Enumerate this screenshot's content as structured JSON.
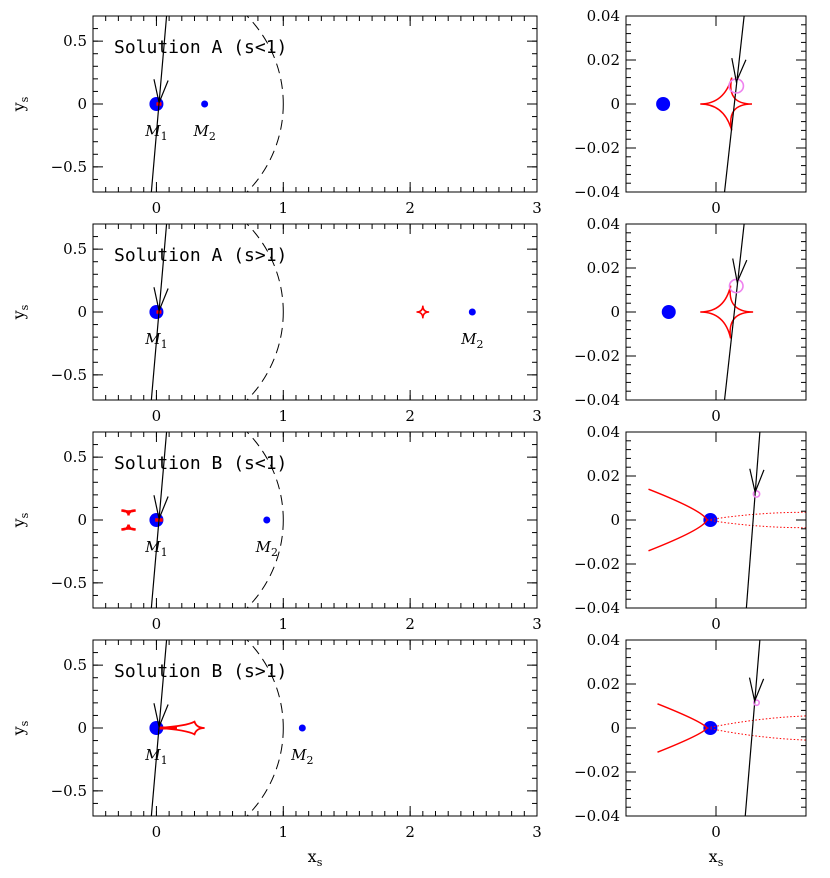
{
  "chart_data": [
    {
      "type": "line",
      "panel": "main",
      "title": "Solution A (s<1)",
      "xlabel": "x_s",
      "ylabel": "y_s",
      "xlim": [
        -0.5,
        3
      ],
      "ylim": [
        -0.7,
        0.7
      ],
      "xticks": [
        0,
        1,
        2,
        3
      ],
      "yticks": [
        -0.5,
        0,
        0.5
      ],
      "xtick_labels": [
        "0",
        "1",
        "2",
        "3"
      ],
      "ytick_labels": [
        "−0.5",
        "0",
        "0.5"
      ],
      "masses": [
        {
          "label": "M_1",
          "x": 0,
          "y": 0,
          "size": "large"
        },
        {
          "label": "M_2",
          "x": 0.38,
          "y": 0,
          "size": "small"
        }
      ],
      "source_trajectory": [
        [
          -0.04,
          -0.7
        ],
        [
          0.08,
          0.7
        ]
      ],
      "einstein_ring": {
        "center": [
          0,
          0
        ],
        "radius": 1.0
      },
      "caustics": [
        {
          "type": "central",
          "center": [
            0.02,
            0
          ],
          "halfwidth": 0.02
        }
      ]
    },
    {
      "type": "line",
      "panel": "zoom",
      "xlabel": "",
      "ylabel": "",
      "xlim": [
        -0.04,
        0.04
      ],
      "ylim": [
        -0.04,
        0.04
      ],
      "xticks": [
        0
      ],
      "yticks": [
        -0.04,
        -0.02,
        0,
        0.02,
        0.04
      ],
      "xtick_labels": [
        "0"
      ],
      "ytick_labels": [
        "−0.04",
        "−0.02",
        "0",
        "0.02",
        "0.04"
      ],
      "mass_dot": {
        "x": -0.0235,
        "y": 0
      },
      "caustic": {
        "type": "astroid",
        "left": [
          -0.007,
          0
        ],
        "right": [
          0.016,
          0
        ],
        "top": [
          0.007,
          0.012
        ],
        "bottom": [
          0.007,
          -0.012
        ]
      },
      "source_trajectory": [
        [
          0.0038,
          -0.04
        ],
        [
          0.0125,
          0.04
        ]
      ],
      "source_position": {
        "x": 0.009,
        "y": 0.0082,
        "radius": 0.0032
      }
    },
    {
      "type": "line",
      "panel": "main",
      "title": "Solution A (s>1)",
      "xlabel": "x_s",
      "ylabel": "y_s",
      "xlim": [
        -0.5,
        3
      ],
      "ylim": [
        -0.7,
        0.7
      ],
      "xticks": [
        0,
        1,
        2,
        3
      ],
      "yticks": [
        -0.5,
        0,
        0.5
      ],
      "xtick_labels": [
        "0",
        "1",
        "2",
        "3"
      ],
      "ytick_labels": [
        "−0.5",
        "0",
        "0.5"
      ],
      "masses": [
        {
          "label": "M_1",
          "x": 0,
          "y": 0,
          "size": "large"
        },
        {
          "label": "M_2",
          "x": 2.49,
          "y": 0,
          "size": "small"
        }
      ],
      "source_trajectory": [
        [
          -0.04,
          -0.7
        ],
        [
          0.08,
          0.7
        ]
      ],
      "einstein_ring": {
        "center": [
          0,
          0
        ],
        "radius": 1.0
      },
      "caustics": [
        {
          "type": "central",
          "center": [
            0.02,
            0
          ],
          "halfwidth": 0.02
        },
        {
          "type": "planetary",
          "center": [
            2.1,
            0
          ],
          "halfwidth": 0.05
        }
      ]
    },
    {
      "type": "line",
      "panel": "zoom",
      "xlabel": "",
      "ylabel": "",
      "xlim": [
        -0.04,
        0.04
      ],
      "ylim": [
        -0.04,
        0.04
      ],
      "xticks": [
        0
      ],
      "yticks": [
        -0.04,
        -0.02,
        0,
        0.02,
        0.04
      ],
      "xtick_labels": [
        "0"
      ],
      "ytick_labels": [
        "−0.04",
        "−0.02",
        "0",
        "0.02",
        "0.04"
      ],
      "mass_dot": {
        "x": -0.021,
        "y": 0
      },
      "caustic": {
        "type": "astroid",
        "left": [
          -0.007,
          0
        ],
        "right": [
          0.0165,
          0
        ],
        "top": [
          0.0065,
          0.012
        ],
        "bottom": [
          0.0065,
          -0.012
        ]
      },
      "source_trajectory": [
        [
          0.0038,
          -0.04
        ],
        [
          0.0125,
          0.04
        ]
      ],
      "source_position": {
        "x": 0.009,
        "y": 0.0118,
        "radius": 0.003
      }
    },
    {
      "type": "line",
      "panel": "main",
      "title": "Solution B (s<1)",
      "xlabel": "x_s",
      "ylabel": "y_s",
      "xlim": [
        -0.5,
        3
      ],
      "ylim": [
        -0.7,
        0.7
      ],
      "xticks": [
        0,
        1,
        2,
        3
      ],
      "yticks": [
        -0.5,
        0,
        0.5
      ],
      "xtick_labels": [
        "0",
        "1",
        "2",
        "3"
      ],
      "ytick_labels": [
        "−0.5",
        "0",
        "0.5"
      ],
      "masses": [
        {
          "label": "M_1",
          "x": 0,
          "y": 0,
          "size": "large"
        },
        {
          "label": "M_2",
          "x": 0.87,
          "y": 0,
          "size": "small"
        }
      ],
      "source_trajectory": [
        [
          -0.04,
          -0.7
        ],
        [
          0.08,
          0.7
        ]
      ],
      "einstein_ring": {
        "center": [
          0,
          0
        ],
        "radius": 1.0
      },
      "caustics": [
        {
          "type": "central",
          "center": [
            0.02,
            0
          ],
          "halfwidth": 0.03
        },
        {
          "type": "triangular",
          "center": [
            -0.22,
            0.06
          ]
        },
        {
          "type": "triangular",
          "center": [
            -0.22,
            -0.06
          ]
        }
      ]
    },
    {
      "type": "line",
      "panel": "zoom",
      "xlabel": "",
      "ylabel": "",
      "xlim": [
        -0.04,
        0.04
      ],
      "ylim": [
        -0.04,
        0.04
      ],
      "xticks": [
        0
      ],
      "yticks": [
        -0.04,
        -0.02,
        0,
        0.02,
        0.04
      ],
      "xtick_labels": [
        "0"
      ],
      "ytick_labels": [
        "−0.04",
        "−0.02",
        "0",
        "0.02",
        "0.04"
      ],
      "mass_dot": {
        "x": -0.0025,
        "y": 0
      },
      "caustic": {
        "type": "open-cusp",
        "cusp": [
          -0.004,
          0
        ],
        "solid_to": [
          [
            -0.03,
            0.014
          ],
          [
            -0.03,
            -0.014
          ]
        ],
        "dotted_to": [
          [
            0.04,
            0.0035
          ],
          [
            0.04,
            -0.0035
          ]
        ]
      },
      "source_trajectory": [
        [
          0.0135,
          -0.04
        ],
        [
          0.0195,
          0.04
        ]
      ],
      "source_position": {
        "x": 0.018,
        "y": 0.0118,
        "radius": 0.0014
      }
    },
    {
      "type": "line",
      "panel": "main",
      "title": "Solution B (s>1)",
      "xlabel": "x_s",
      "ylabel": "y_s",
      "xlim": [
        -0.5,
        3
      ],
      "ylim": [
        -0.7,
        0.7
      ],
      "xticks": [
        0,
        1,
        2,
        3
      ],
      "yticks": [
        -0.5,
        0,
        0.5
      ],
      "xtick_labels": [
        "0",
        "1",
        "2",
        "3"
      ],
      "ytick_labels": [
        "−0.5",
        "0",
        "0.5"
      ],
      "masses": [
        {
          "label": "M_1",
          "x": 0,
          "y": 0,
          "size": "large"
        },
        {
          "label": "M_2",
          "x": 1.15,
          "y": 0,
          "size": "small"
        }
      ],
      "source_trajectory": [
        [
          -0.04,
          -0.7
        ],
        [
          0.08,
          0.7
        ]
      ],
      "einstein_ring": {
        "center": [
          0,
          0
        ],
        "radius": 1.0
      },
      "caustics": [
        {
          "type": "elongated",
          "x_from": 0.02,
          "x_to": 0.38,
          "halfheight": 0.05
        }
      ]
    },
    {
      "type": "line",
      "panel": "zoom",
      "xlabel": "x_s",
      "ylabel": "",
      "xlim": [
        -0.04,
        0.04
      ],
      "ylim": [
        -0.04,
        0.04
      ],
      "xticks": [
        0
      ],
      "yticks": [
        -0.04,
        -0.02,
        0,
        0.02,
        0.04
      ],
      "xtick_labels": [
        "0"
      ],
      "ytick_labels": [
        "−0.04",
        "−0.02",
        "0",
        "0.02",
        "0.04"
      ],
      "mass_dot": {
        "x": -0.0025,
        "y": 0
      },
      "caustic": {
        "type": "open-cusp",
        "cusp": [
          -0.004,
          0
        ],
        "solid_to": [
          [
            -0.026,
            0.011
          ],
          [
            -0.026,
            -0.011
          ]
        ],
        "dotted_to": [
          [
            0.04,
            0.0055
          ],
          [
            0.04,
            -0.0055
          ]
        ]
      },
      "source_trajectory": [
        [
          0.013,
          -0.04
        ],
        [
          0.0195,
          0.04
        ]
      ],
      "source_position": {
        "x": 0.018,
        "y": 0.0115,
        "radius": 0.0012
      }
    }
  ],
  "colors": {
    "mass": "#0000ff",
    "caustic": "#ff0000",
    "source": "#ee82ee",
    "trajectory": "#000000"
  }
}
